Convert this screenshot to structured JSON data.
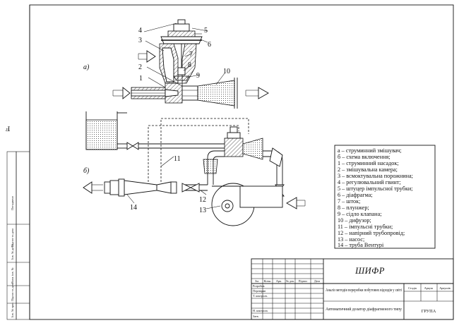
{
  "drawing": {
    "variant_a": "а)",
    "variant_b": "б)",
    "callouts_a": [
      "1",
      "2",
      "3",
      "4",
      "5",
      "6",
      "7",
      "8",
      "9",
      "10"
    ],
    "callouts_b": [
      "11",
      "12",
      "13",
      "14"
    ]
  },
  "legend": {
    "items": [
      "а – струминний змішувач;",
      "б – схема включення;",
      "1 – струминний насадок;",
      "2 – змішувальна камера;",
      "3 – всмоктувальна порожнина;",
      "4 – регулювальний гвинт;",
      "5 – штуцер імпульсної трубки;",
      "6 – діафрагма;",
      "7 – шток;",
      "8 – плунжер;",
      "9 – сідло клапана;",
      "10 – дифузор;",
      "11 – імпульсні трубки;",
      "12 – напірний трубопровід;",
      "13 – насос;",
      "14 – труба Вентурі"
    ]
  },
  "title_block": {
    "code": "ШИФР",
    "head_cols": [
      "Зм.",
      "Кільк.",
      "Арк.",
      "№ док.",
      "Підпис",
      "Дата"
    ],
    "roles": [
      "Розробив",
      "Перевірив",
      "Т. контроль",
      "",
      "Н. контроль",
      "Затв."
    ],
    "doc_title": "Аналіз методів переробки побутових відходів у світі",
    "drawing_title": "Автоматичний дозатор діафрагменого типу",
    "stage_cols": [
      "Стадія",
      "Аркуш",
      "Аркушів"
    ],
    "group": "ГРУПА"
  },
  "side_stamp": {
    "labels": [
      "Інв. № ориг.",
      "Підпис та дата",
      "Взам. інв. №",
      "Інв. № дубл.",
      "Підпис та дата",
      "Погоджено"
    ]
  },
  "margin_mark": "Ⅎ"
}
